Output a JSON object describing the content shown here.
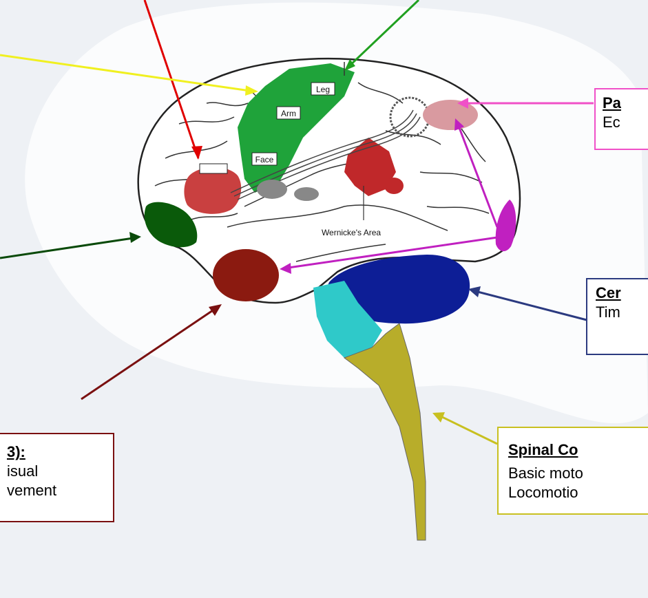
{
  "labels": {
    "leg": "Leg",
    "arm": "Arm",
    "face": "Face",
    "wernicke": "Wernicke's Area"
  },
  "boxes": {
    "parietal": {
      "title": "Pa",
      "lines": [
        "Ec"
      ],
      "color": "#f050c8"
    },
    "cerebellum": {
      "title": "Cer",
      "lines": [
        "Tim"
      ],
      "color": "#2b3a80"
    },
    "spinal": {
      "title": "Spinal Co",
      "lines": [
        "Basic moto",
        "Locomotio"
      ],
      "color": "#c8c020"
    },
    "fef": {
      "title": "3):",
      "lines": [
        "isual",
        "vement"
      ],
      "color": "#7a1010"
    }
  },
  "colors": {
    "motor_cortex": "#1fa33a",
    "broca": "#c94040",
    "prefrontal": "#0a5a0a",
    "fef": "#8b1a10",
    "parietal_patch": "#d99aa0",
    "occipital_patch": "#c020c0",
    "cerebellum": "#0d1e96",
    "brainstem": "#2fc9c9",
    "spinal_cord": "#b8ad2a",
    "auditory": "#c0282a"
  }
}
